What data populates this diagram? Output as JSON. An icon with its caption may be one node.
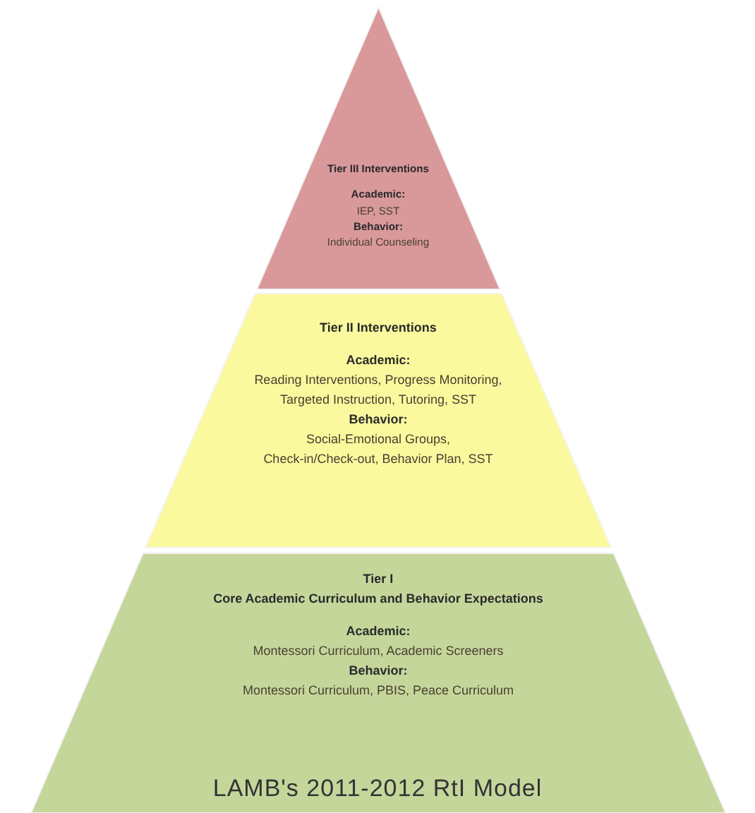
{
  "diagram": {
    "title": "LAMB's 2011-2012 RtI Model",
    "nodes": [
      {
        "text": [
          "Tier III Interventions",
          "Academic:",
          "IEP, SST",
          "Behavior:",
          "Individual Counseling"
        ]
      },
      {
        "text": [
          "Tier II Interventions",
          "Academic:",
          "Reading Interventions, Progress Monitoring,",
          "Targeted Instruction, Tutoring, SST",
          "Behavior:",
          "Social-Emotional Groups,",
          "Check-in/Check-out, Behavior Plan, SST"
        ]
      },
      {
        "text": [
          "Tier I",
          "Core Academic Curriculum and Behavior Expectations",
          "Academic:",
          "Montessori Curriculum, Academic Screeners",
          "Behavior:",
          "Montessori Curriculum, PBIS, Peace Curriculum"
        ]
      }
    ]
  }
}
